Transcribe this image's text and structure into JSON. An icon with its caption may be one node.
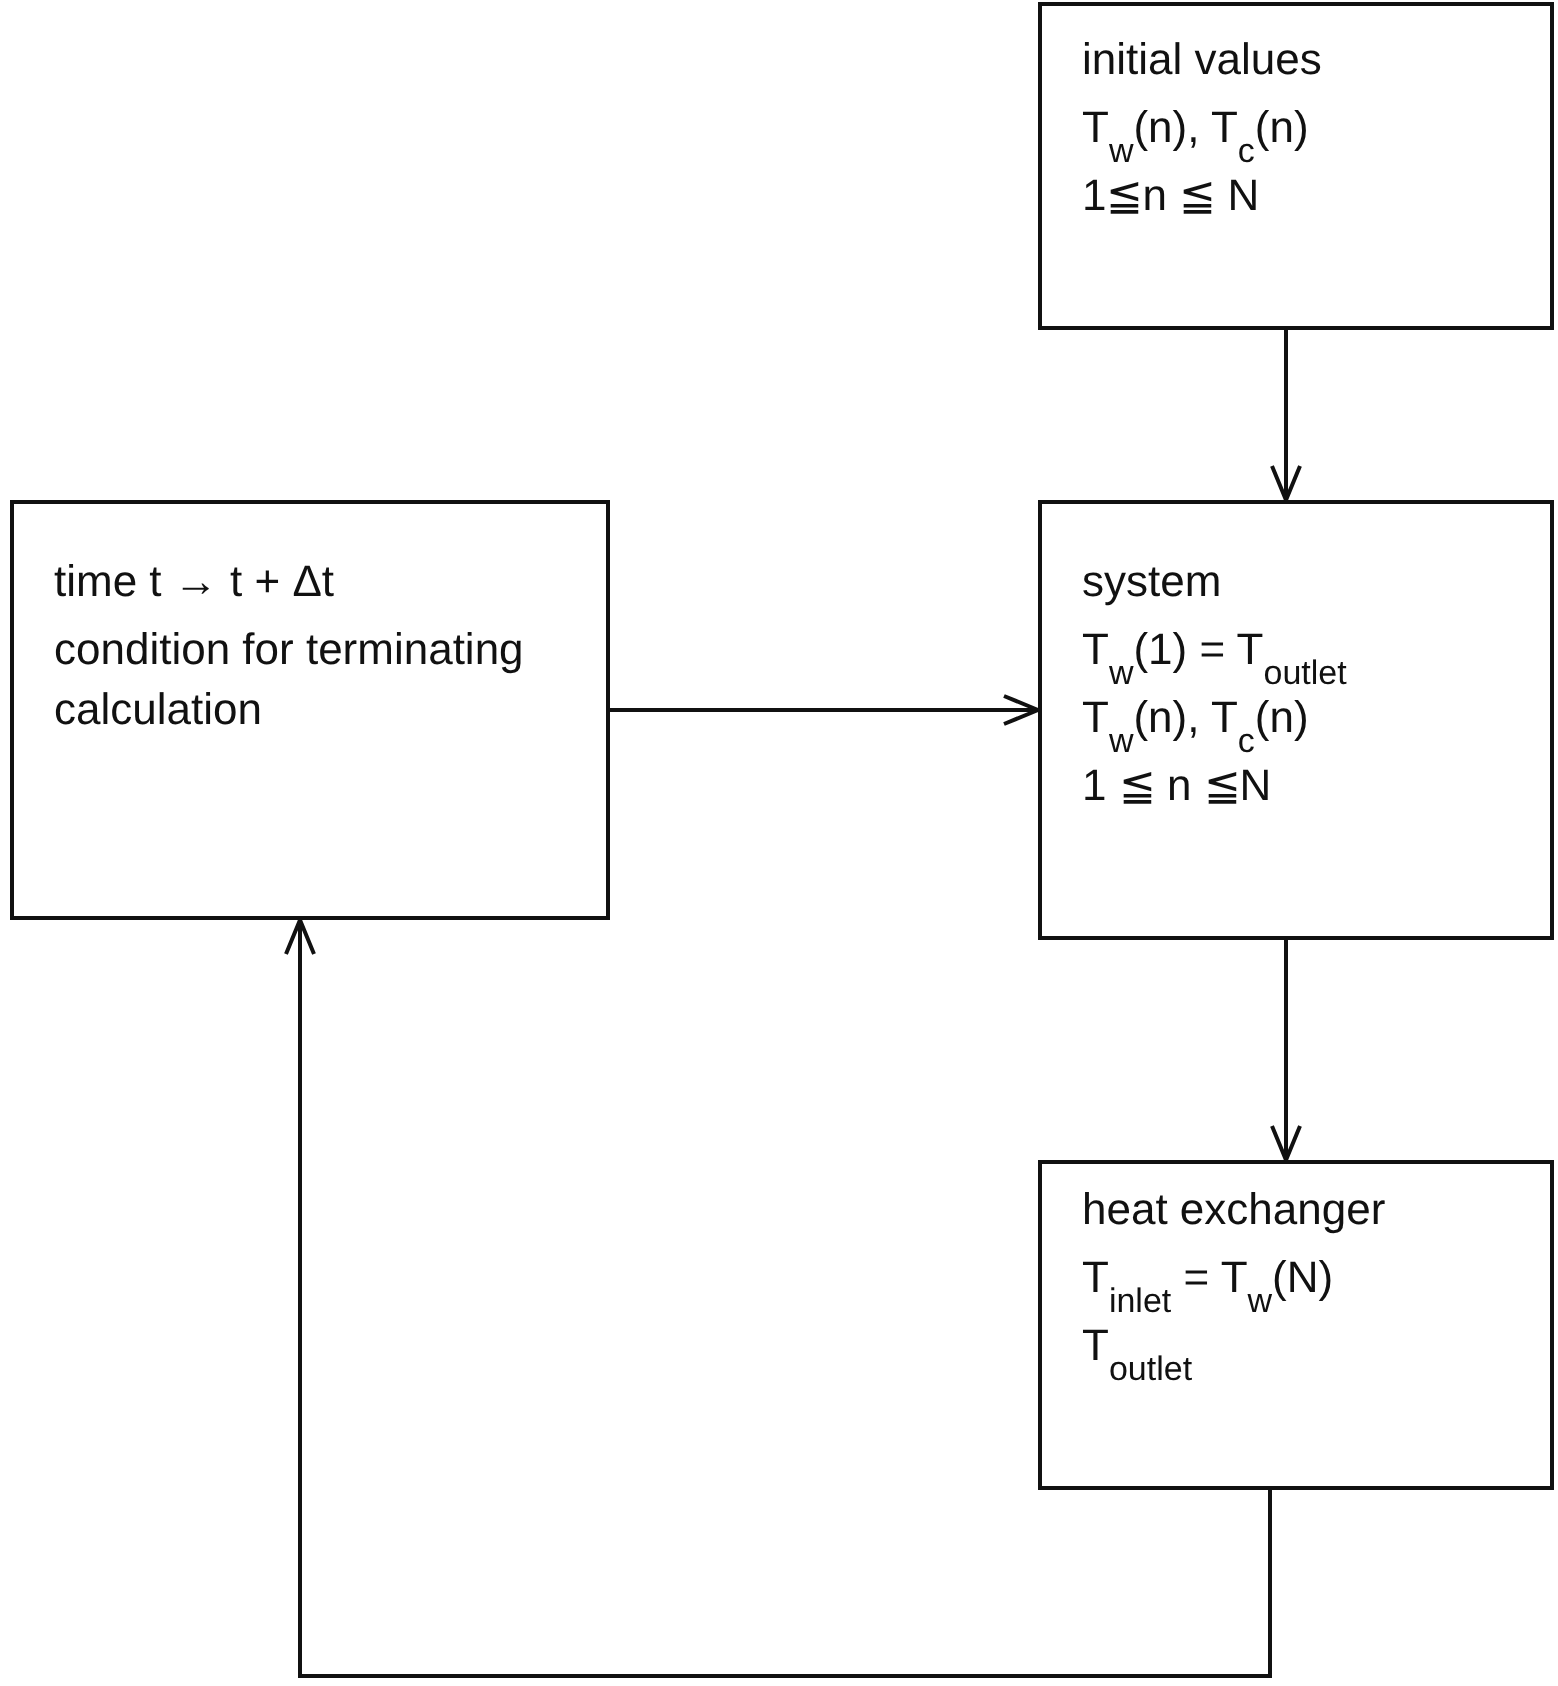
{
  "diagram": {
    "nodes": [
      {
        "text": [
          "initial values",
          "T$_{w}$(n), T$_{c}$(n)",
          "1≦n ≦ N"
        ]
      },
      {
        "text": [
          "time t → t + Δt",
          "condition for terminating calculation"
        ]
      },
      {
        "text": [
          "system",
          "T$_{w}$(1) = T$_{outlet}$",
          "T$_{w}$(n), T$_{c}$(n)",
          "1 ≦ n ≦N"
        ]
      },
      {
        "text": [
          "heat exchanger",
          "T$_{inlet}$ = T$_{w}$(N)",
          "T$_{outlet}$"
        ]
      }
    ],
    "edges": [
      {
        "from": 0,
        "to": 2,
        "arrow": "to"
      },
      {
        "from": 1,
        "to": 2,
        "arrow": "to"
      },
      {
        "from": 2,
        "to": 3,
        "arrow": "to"
      },
      {
        "from": 3,
        "to": 1,
        "arrow": "to"
      }
    ]
  }
}
